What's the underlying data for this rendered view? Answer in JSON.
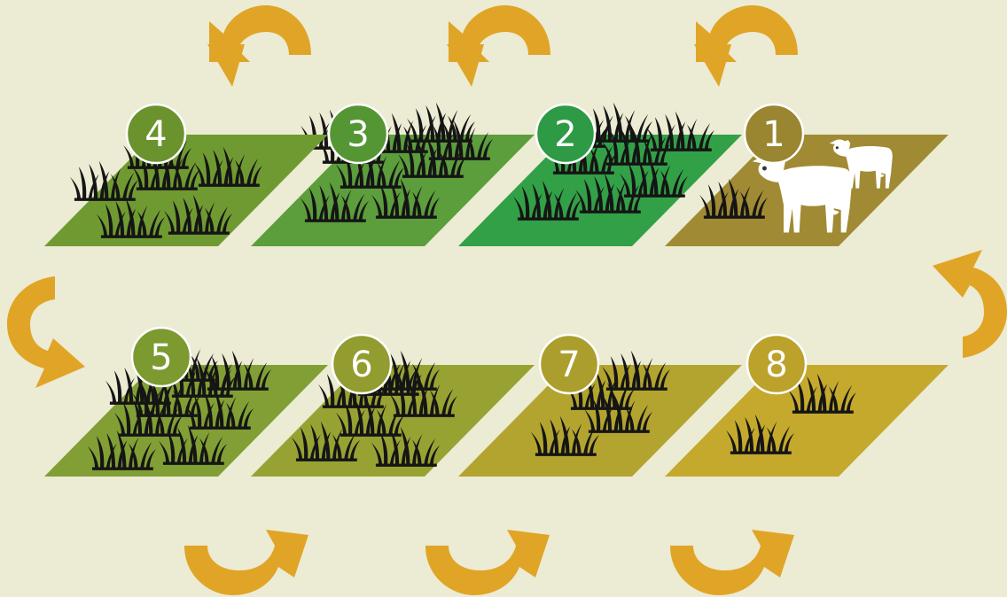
{
  "colors": {
    "background": "#ecebd3",
    "arrow": "#e0a526",
    "grass": "#151515",
    "badge_border": "#ffffff",
    "cow": "#ffffff"
  },
  "paddocks": [
    {
      "label": "1",
      "color": "#a08a34",
      "badge": "#9a8531",
      "tufts": 1,
      "cows": true
    },
    {
      "label": "2",
      "color": "#32a047",
      "badge": "#2f9a45",
      "tufts": 8,
      "cows": false
    },
    {
      "label": "3",
      "color": "#5c9d3c",
      "badge": "#559634",
      "tufts": 9,
      "cows": false
    },
    {
      "label": "4",
      "color": "#6f9a31",
      "badge": "#6a932e",
      "tufts": 6,
      "cows": false
    },
    {
      "label": "5",
      "color": "#819f34",
      "badge": "#7c9a30",
      "tufts": 9,
      "cows": false
    },
    {
      "label": "6",
      "color": "#98a232",
      "badge": "#929c2f",
      "tufts": 7,
      "cows": false
    },
    {
      "label": "7",
      "color": "#b3a42f",
      "badge": "#ab9e2d",
      "tufts": 4,
      "cows": false
    },
    {
      "label": "8",
      "color": "#c4a92d",
      "badge": "#bca22b",
      "tufts": 2,
      "cows": false
    }
  ],
  "arrow_icons": [
    "rotate-left-arrow-icon",
    "rotate-left-arrow-icon",
    "rotate-left-arrow-icon",
    "curve-down-right-arrow-icon",
    "curve-up-left-arrow-icon",
    "rotate-right-arrow-icon",
    "rotate-right-arrow-icon",
    "rotate-right-arrow-icon"
  ]
}
